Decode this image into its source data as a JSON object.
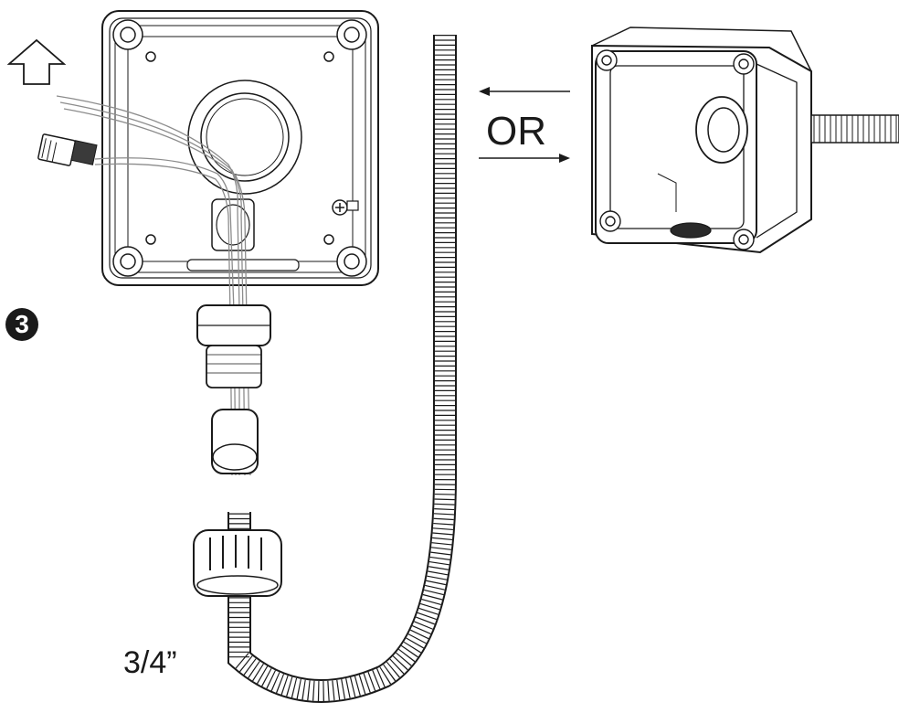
{
  "labels": {
    "or_text": "OR",
    "conduit_size": "3/4”",
    "step_number": "3"
  },
  "icons": [
    "up-arrow-icon",
    "rj45-connector-icon",
    "grounding-screw-icon"
  ],
  "colors": {
    "line": "#1a1a1a",
    "wire_light": "#9a9a9a",
    "background": "#ffffff"
  }
}
